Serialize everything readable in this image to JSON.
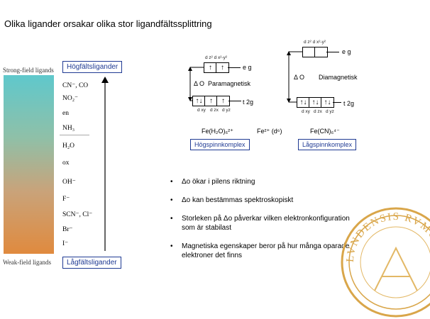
{
  "slide": {
    "title": "Olika ligander orsakar olika stor ligandfältssplittring"
  },
  "series": {
    "strong_label": "Strong-field ligands",
    "weak_label": "Weak-field ligands",
    "high_field_box": "Högfältsligander",
    "low_field_box": "Lågfältsligander",
    "ligands": [
      "CN⁻, CO",
      "NO₂⁻",
      "en",
      "NH₃",
      "H₂O",
      "ox",
      "OH⁻",
      "F⁻",
      "SCN⁻, Cl⁻",
      "Br⁻",
      "I⁻"
    ]
  },
  "diagram_left": {
    "eg_orbitals": "d z² d x²-y²",
    "t2g_orbitals": [
      "d xy",
      "d zx",
      "d yz"
    ],
    "eg_label": "e g",
    "t2g_label": "t 2g",
    "delta_label": "Δ O",
    "magnetism": "Paramagnetisk",
    "eg_cells": [
      "↑",
      "↑"
    ],
    "t2g_cells": [
      "↑↓",
      "↑",
      "↑"
    ],
    "formula": "Fe(H₂O)₆²⁺",
    "box": "Högspinnkomplex"
  },
  "diagram_center": {
    "label": "Fe²⁺ (d⁶)"
  },
  "diagram_right": {
    "eg_orbitals": "d z² d x²-y²",
    "t2g_orbitals": [
      "d xy",
      "d zx",
      "d yz"
    ],
    "eg_label": "e g",
    "t2g_label": "t 2g",
    "delta_label": "Δ O",
    "magnetism": "Diamagnetisk",
    "eg_cells": [
      "",
      ""
    ],
    "t2g_cells": [
      "↑↓",
      "↑↓",
      "↑↓"
    ],
    "formula": "Fe(CN)₆⁴⁻",
    "box": "Lågspinnkomplex"
  },
  "bullets": [
    "Δo ökar i pilens riktning",
    "Δo kan bestämmas spektroskopiskt",
    "Storleken på Δo påverkar vilken elektronkonfiguration som är stabilast",
    "Magnetiska egenskaper beror på hur många oparade elektroner det finns"
  ],
  "seal": {
    "text": "LVNDENSIS RVMOVE",
    "color": "#d9a64a"
  }
}
